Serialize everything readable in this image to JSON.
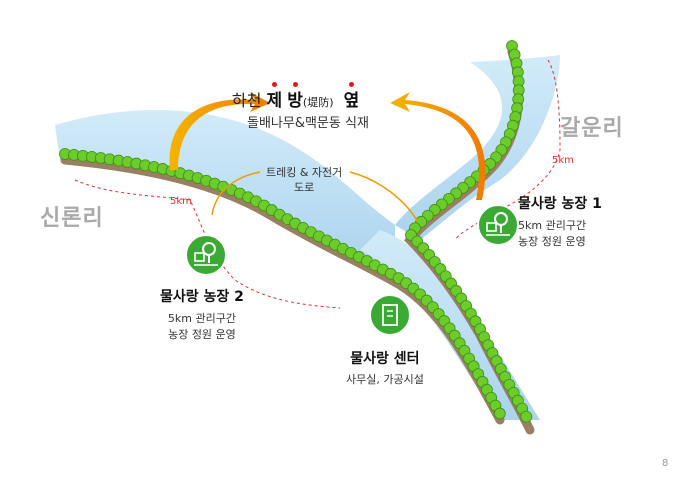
{
  "title": {
    "prefix": "하천 ",
    "c1": "제",
    "c2": "방",
    "paren": "(堤防)",
    "c3": "옆",
    "subtitle": "돌배나무&맥문동 식재"
  },
  "trail": {
    "line1": "트레킹 & 자전거",
    "line2": "도로"
  },
  "villages": {
    "left": "신론리",
    "right": "갈운리"
  },
  "km_labels": {
    "left": "5km",
    "right": "5km"
  },
  "farm1": {
    "name": "물사랑 농장 1",
    "line1": "5km 관리구간",
    "line2": "농장 정원 운영"
  },
  "farm2": {
    "name": "물사랑 농장 2",
    "line1": "5km 관리구간",
    "line2": "농장 정원 운영"
  },
  "center": {
    "name": "물사랑 센터",
    "line1": "사무실, 가공시설"
  },
  "page_number": "8",
  "colors": {
    "water": "#bfe0f4",
    "bank_brown": "#9a7f63",
    "tree_green": "#6ccc2a",
    "icon_green": "#3aaa35",
    "arrow_orange": "#f29a00",
    "dash_red": "#e03030",
    "village_gray": "#a9a9a9"
  },
  "icons": [
    "tree-house-icon",
    "tree-house-icon",
    "building-icon"
  ]
}
